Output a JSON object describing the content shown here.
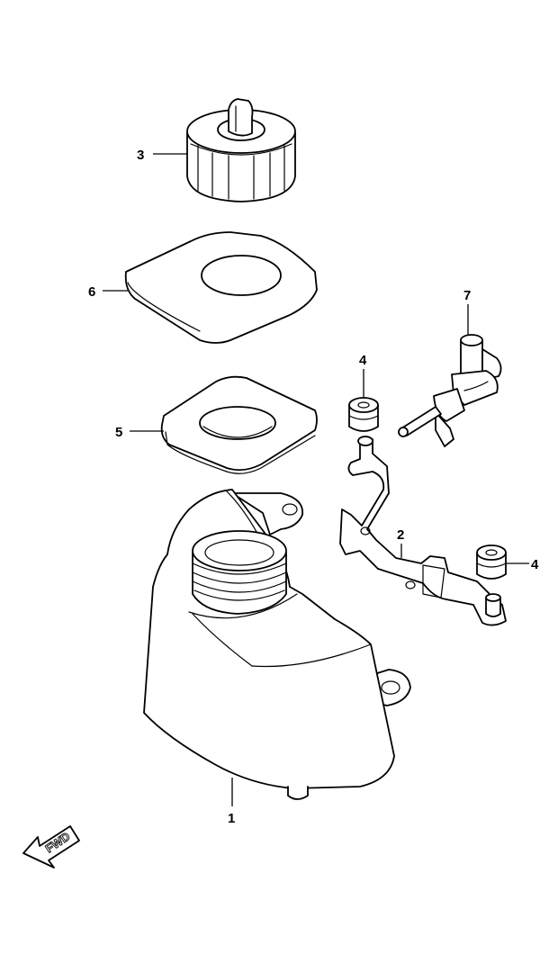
{
  "callouts": {
    "part1": "1",
    "part2": "2",
    "part3": "3",
    "part4a": "4",
    "part4b": "4",
    "part5": "5",
    "part6": "6",
    "part7": "7"
  },
  "direction_marker": {
    "label": "FWD",
    "icon": "arrow-left-down-icon"
  }
}
